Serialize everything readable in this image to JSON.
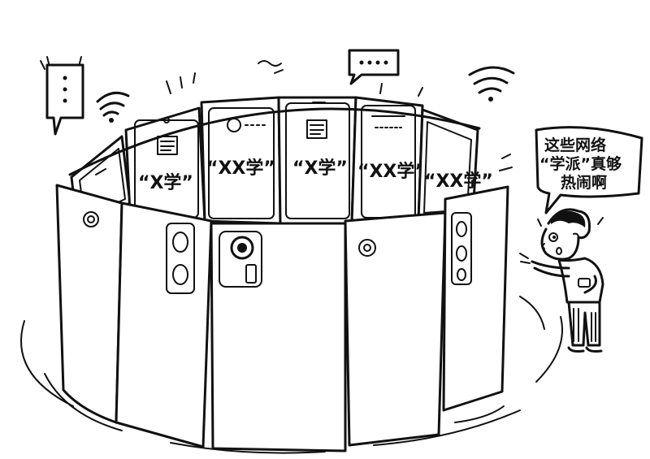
{
  "screens": [
    {
      "label": "“X学”"
    },
    {
      "label": "“XX学”"
    },
    {
      "label": "“X学”"
    },
    {
      "label": "“XX学”"
    },
    {
      "label": "“XX学”"
    }
  ],
  "speech_bubble": {
    "line1": "这些网络",
    "line2": "“学派”真够",
    "line3": "热闹啊"
  },
  "icons": [
    "wifi-icon",
    "message-bubble-icon",
    "chat-dots-icon",
    "camera-lens-icon"
  ],
  "colors": {
    "ink": "#111111",
    "paper": "#ffffff"
  }
}
